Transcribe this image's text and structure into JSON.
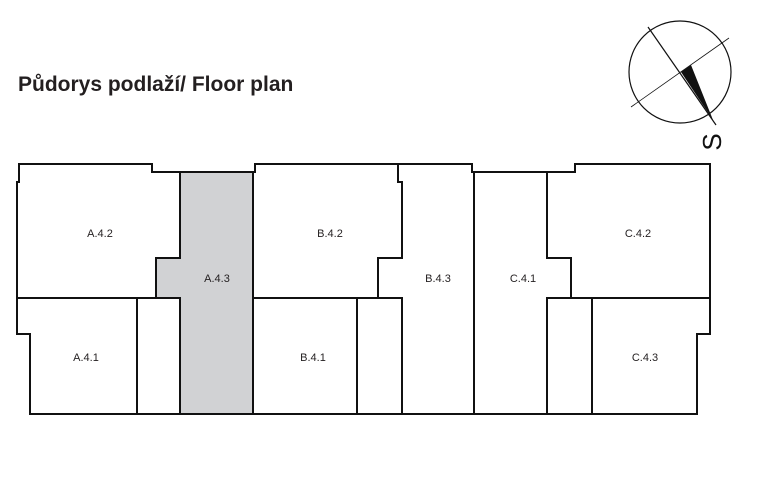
{
  "title": "Půdorys podlaží/ Floor plan",
  "compass": {
    "label": "S",
    "icon": "north-arrow-icon"
  },
  "colors": {
    "highlight": "#d1d2d4",
    "line": "#111111"
  },
  "rooms": {
    "a42": "A.4.2",
    "a43": "A.4.3",
    "a41": "A.4.1",
    "b42": "B.4.2",
    "b43": "B.4.3",
    "b41": "B.4.1",
    "c41": "C.4.1",
    "c42": "C.4.2",
    "c43": "C.4.3"
  },
  "highlighted_room": "A.4.3"
}
